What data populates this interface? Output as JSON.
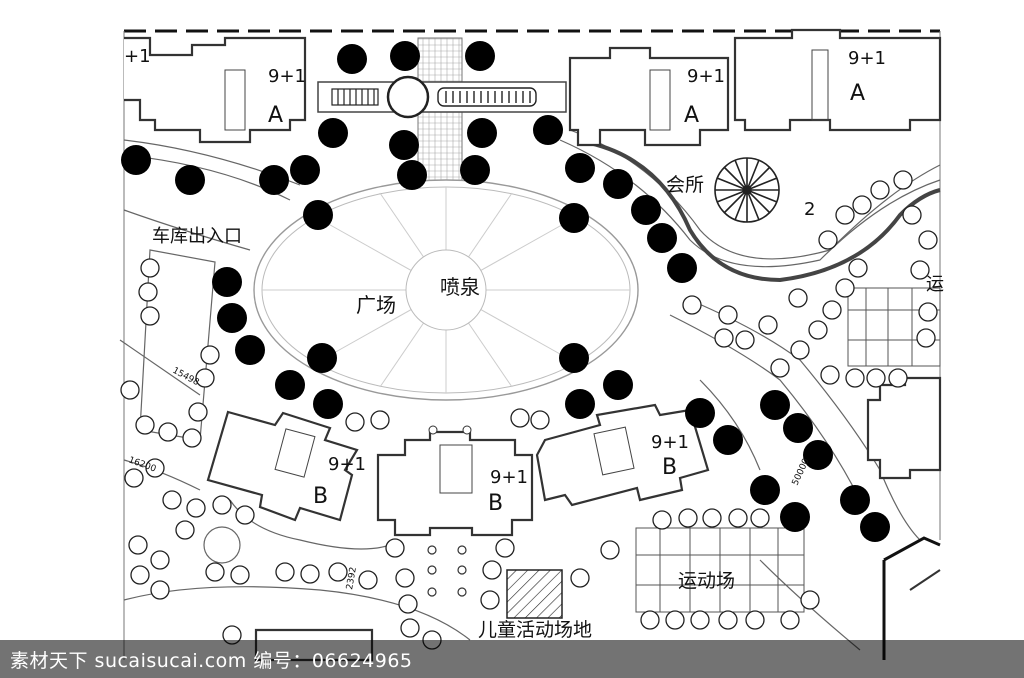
{
  "labels": {
    "garage_entrance": "车库出入口",
    "plaza": "广场",
    "fountain": "喷泉",
    "clubhouse": "会所",
    "clubhouse_num": "2",
    "sports_field": "运动场",
    "kids_area": "儿童活动场地",
    "edge_partial": "运",
    "floors_a": "9+1",
    "type_a": "A",
    "floors_b": "9+1",
    "type_b": "B",
    "floors_left_edge": "+1",
    "dim_1": "15498",
    "dim_2": "16200",
    "dim_3": "50000",
    "dim_4": "2392"
  },
  "watermark": {
    "text": "素材天下 sucaisucai.com  编号：06624965"
  }
}
